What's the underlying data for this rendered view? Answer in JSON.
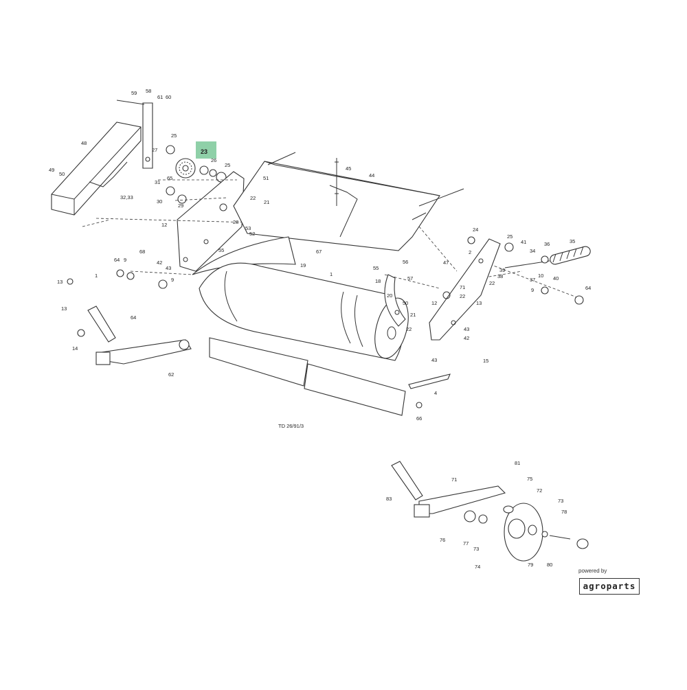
{
  "diagram": {
    "drawing_code": "TD 26/91/3",
    "highlighted_part": "23",
    "highlight_color": "#8fd0a8",
    "part_labels": [
      "59",
      "58",
      "61",
      "60",
      "25",
      "23",
      "27",
      "48",
      "49",
      "50",
      "26",
      "25",
      "51",
      "45",
      "44",
      "31",
      "65",
      "30",
      "32,33",
      "29",
      "22",
      "21",
      "12",
      "9",
      "28",
      "53",
      "52",
      "55",
      "67",
      "19",
      "68",
      "64",
      "9",
      "13",
      "14",
      "13",
      "64",
      "42",
      "43",
      "1",
      "55",
      "56",
      "57",
      "18",
      "20",
      "50",
      "21",
      "22",
      "12",
      "47",
      "22",
      "71",
      "13",
      "24",
      "25",
      "41",
      "36",
      "35",
      "2",
      "34",
      "39",
      "38",
      "22",
      "37",
      "40",
      "10",
      "9",
      "64",
      "43",
      "15",
      "43",
      "42",
      "4",
      "66",
      "62",
      "1",
      "81",
      "75",
      "71",
      "72",
      "73",
      "78",
      "83",
      "76",
      "77",
      "73",
      "79",
      "80",
      "74"
    ],
    "brand_caption": "powered by",
    "brand_name": "agroparts"
  },
  "colors": {
    "line": "#333333",
    "background": "#ffffff",
    "highlight": "#8fd0a8"
  }
}
